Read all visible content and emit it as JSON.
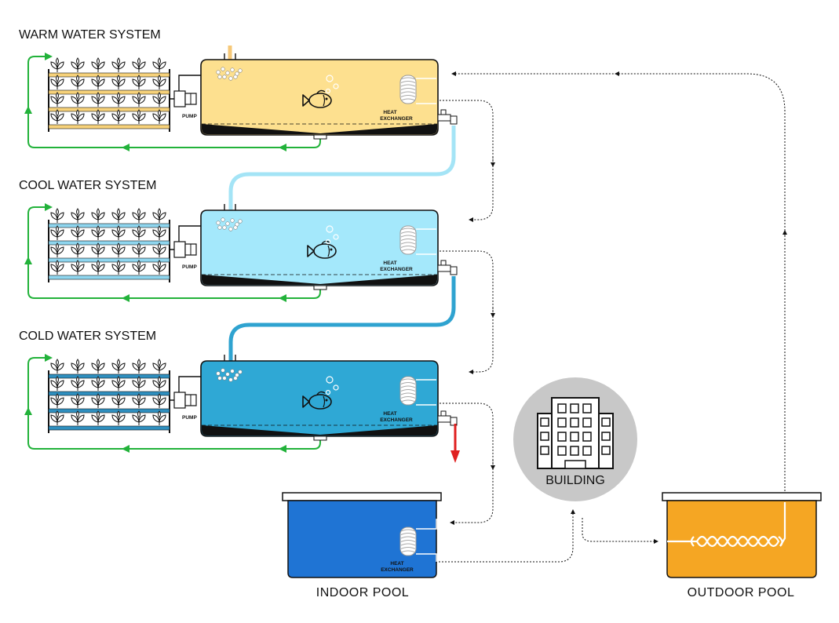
{
  "systems": [
    {
      "title": "WARM WATER SYSTEM",
      "water_color": "#fde08f",
      "bar_color": "#f7d27a",
      "inlet_color": "#f6c878",
      "pump_label": "PUMP",
      "hx_label_1": "HEAT",
      "hx_label_2": "EXCHANGER"
    },
    {
      "title": "COOL WATER SYSTEM",
      "water_color": "#a4e8fb",
      "bar_color": "#8fd6ef",
      "inlet_color": "#a4e4f6",
      "pump_label": "PUMP",
      "hx_label_1": "HEAT",
      "hx_label_2": "EXCHANGER"
    },
    {
      "title": "COLD WATER SYSTEM",
      "water_color": "#2fa8d5",
      "bar_color": "#2f8fbf",
      "inlet_color": "#2fa3d0",
      "pump_label": "PUMP",
      "hx_label_1": "HEAT",
      "hx_label_2": "EXCHANGER"
    }
  ],
  "building": {
    "label": "BUILDING",
    "circle_color": "#c8c8c8"
  },
  "indoor_pool": {
    "label": "INDOOR  POOL",
    "water_color": "#1f74d4",
    "hx_label_1": "HEAT",
    "hx_label_2": "EXCHANGER"
  },
  "outdoor_pool": {
    "label": "OUTDOOR  POOL",
    "water_color": "#f5a623"
  },
  "colors": {
    "recirculation": "#22b23a",
    "drain": "#e02020",
    "outline": "#111111"
  },
  "icons": [
    "fish-icon",
    "plant-icon",
    "pump-icon",
    "heat-exchanger-icon",
    "bubbles-icon",
    "building-icon",
    "valve-icon"
  ]
}
